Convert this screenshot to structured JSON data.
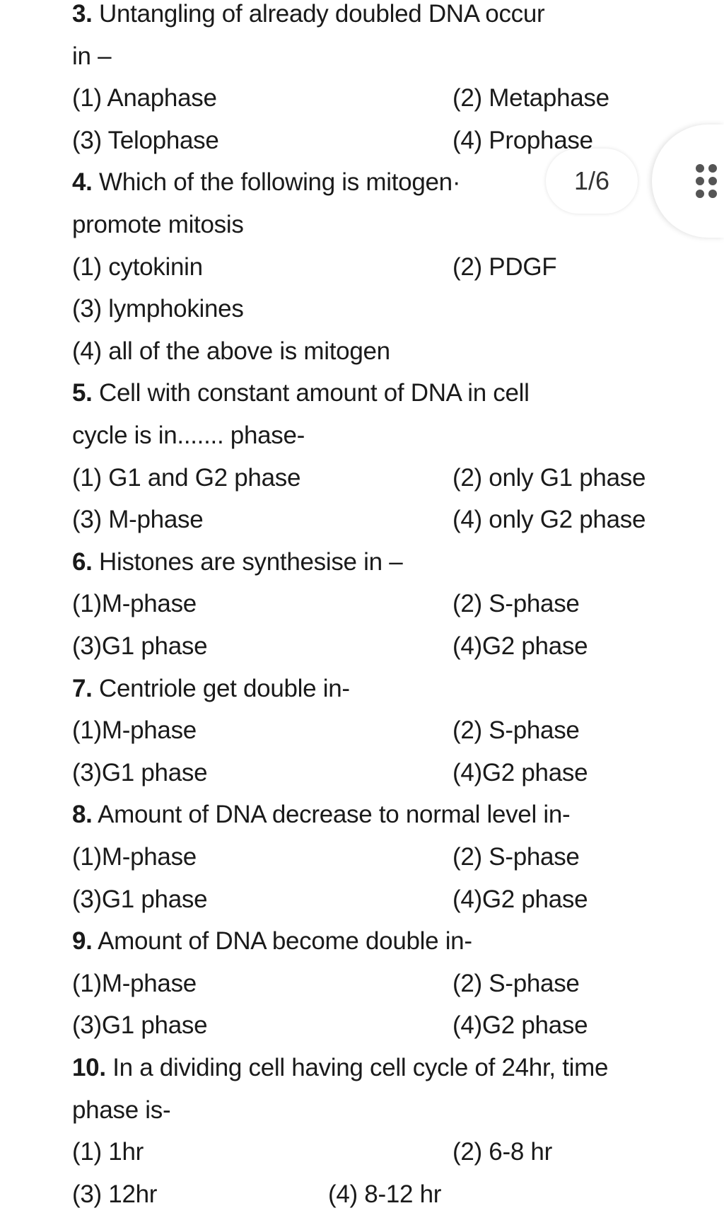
{
  "questions": [
    {
      "number": "3.",
      "lines": [
        "Untangling of already doubled DNA occur",
        "in –"
      ],
      "options": [
        [
          "(1) Anaphase",
          "(2) Metaphase"
        ],
        [
          "(3) Telophase",
          "(4) Prophase"
        ]
      ]
    },
    {
      "number": "4.",
      "lines": [
        "Which of the following is mitogen·",
        "promote mitosis"
      ],
      "options": [
        [
          "(1) cytokinin",
          "(2) PDGF"
        ],
        [
          "(3) lymphokines"
        ],
        [
          "(4) all of the above is mitogen"
        ]
      ]
    },
    {
      "number": "5.",
      "lines": [
        "Cell with constant amount of DNA in cell",
        "cycle is in....... phase-"
      ],
      "options": [
        [
          "(1) G1 and G2 phase",
          "(2) only G1 phase"
        ],
        [
          "(3) M-phase",
          "(4) only G2 phase"
        ]
      ]
    },
    {
      "number": "6.",
      "lines": [
        "Histones are synthesise in –"
      ],
      "options": [
        [
          "(1)M-phase",
          "(2) S-phase"
        ],
        [
          "(3)G1 phase",
          "(4)G2 phase"
        ]
      ]
    },
    {
      "number": "7.",
      "lines": [
        "Centriole get double in-"
      ],
      "options": [
        [
          "(1)M-phase",
          "(2) S-phase"
        ],
        [
          "(3)G1 phase",
          "(4)G2 phase"
        ]
      ]
    },
    {
      "number": "8.",
      "lines": [
        "Amount of DNA decrease to normal level in-"
      ],
      "options": [
        [
          "(1)M-phase",
          "(2) S-phase"
        ],
        [
          "(3)G1 phase",
          "(4)G2 phase"
        ]
      ]
    },
    {
      "number": "9.",
      "lines": [
        "Amount of DNA become double in-"
      ],
      "options": [
        [
          "(1)M-phase",
          "(2) S-phase"
        ],
        [
          "(3)G1 phase",
          "(4)G2 phase"
        ]
      ]
    },
    {
      "number": "10.",
      "lines": [
        "In a dividing cell having cell cycle of 24hr, time",
        "phase is-"
      ],
      "options": [
        [
          "(1) 1hr",
          "(2) 6-8 hr"
        ],
        [
          "(3) 12hr",
          "(4) 8-12 hr"
        ]
      ]
    }
  ],
  "overlay": {
    "page_indicator": "1/6",
    "menu_icon": "grid-dots-icon"
  }
}
